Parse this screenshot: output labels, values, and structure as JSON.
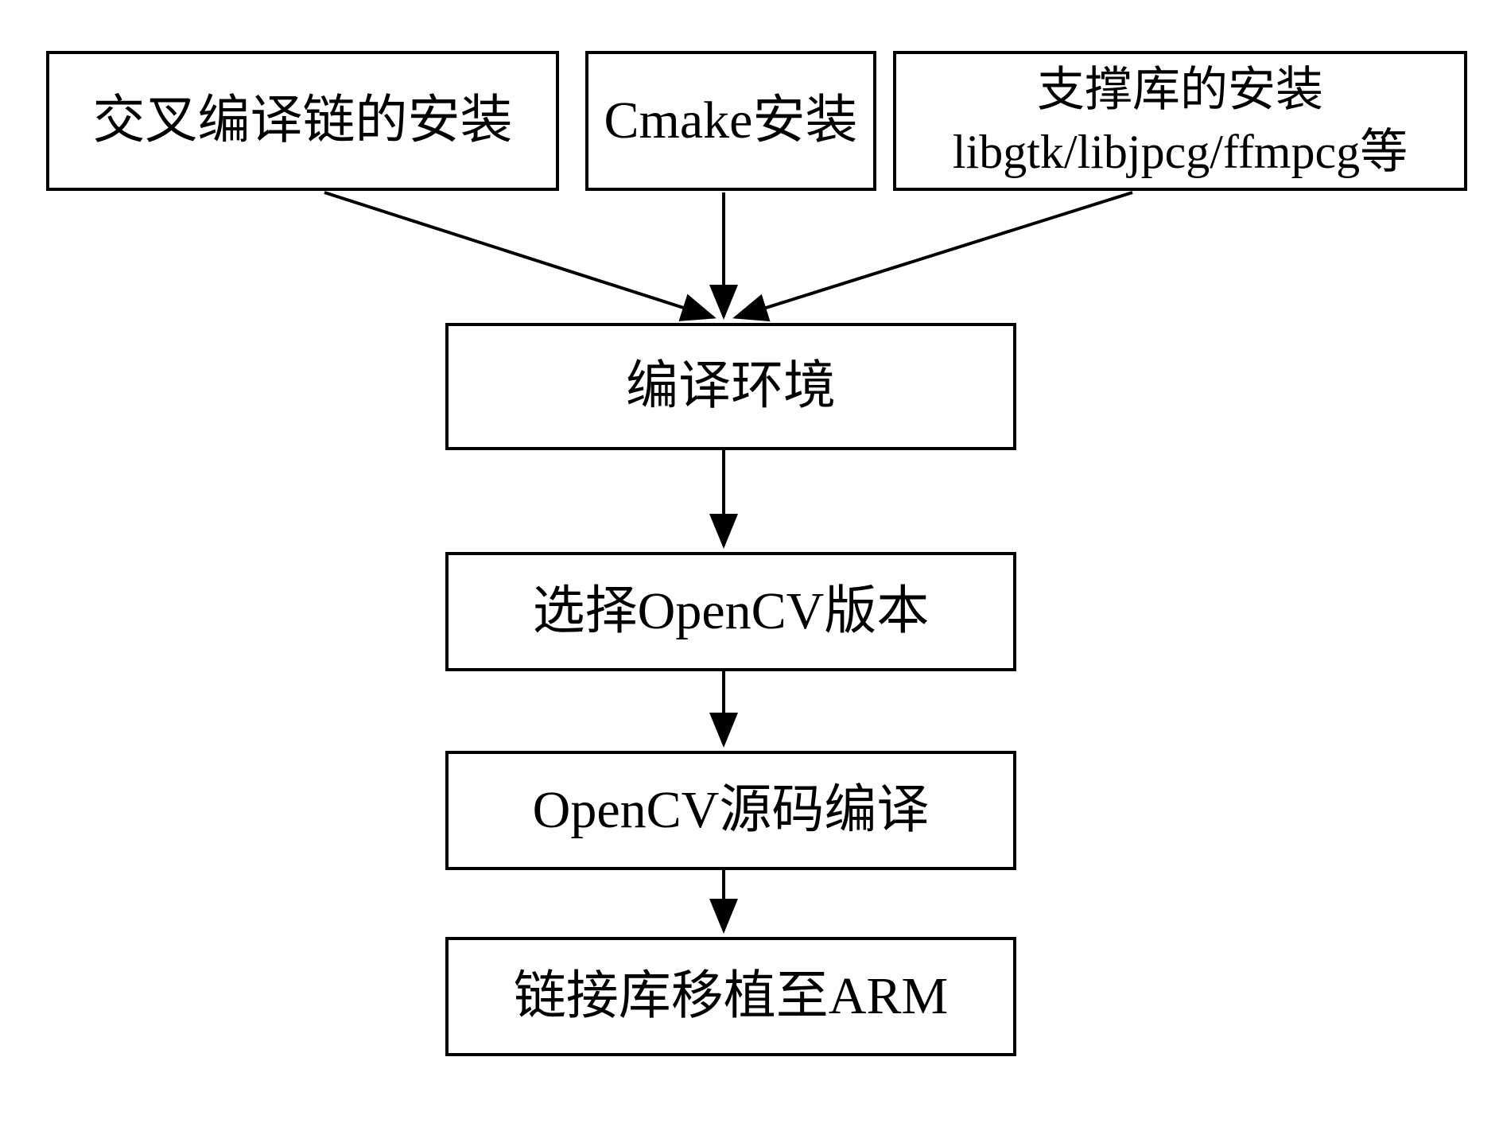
{
  "figure": {
    "type": "flowchart",
    "background_color": "#ffffff",
    "line_color": "#000000",
    "nodes": {
      "cross_compile": {
        "label": "交叉编译链的安装"
      },
      "cmake": {
        "label": "Cmake安装"
      },
      "support_libs": {
        "line1": "支撑库的安装",
        "line2": "libgtk/libjpcg/ffmpcg等"
      },
      "build_env": {
        "label": "编译环境"
      },
      "select_version": {
        "label": "选择OpenCV版本"
      },
      "compile_source": {
        "label": "OpenCV源码编译"
      },
      "port_arm": {
        "label": "链接库移植至ARM"
      }
    },
    "edges": [
      {
        "from": "cross_compile",
        "to": "build_env"
      },
      {
        "from": "cmake",
        "to": "build_env"
      },
      {
        "from": "support_libs",
        "to": "build_env"
      },
      {
        "from": "build_env",
        "to": "select_version"
      },
      {
        "from": "select_version",
        "to": "compile_source"
      },
      {
        "from": "compile_source",
        "to": "port_arm"
      }
    ]
  }
}
